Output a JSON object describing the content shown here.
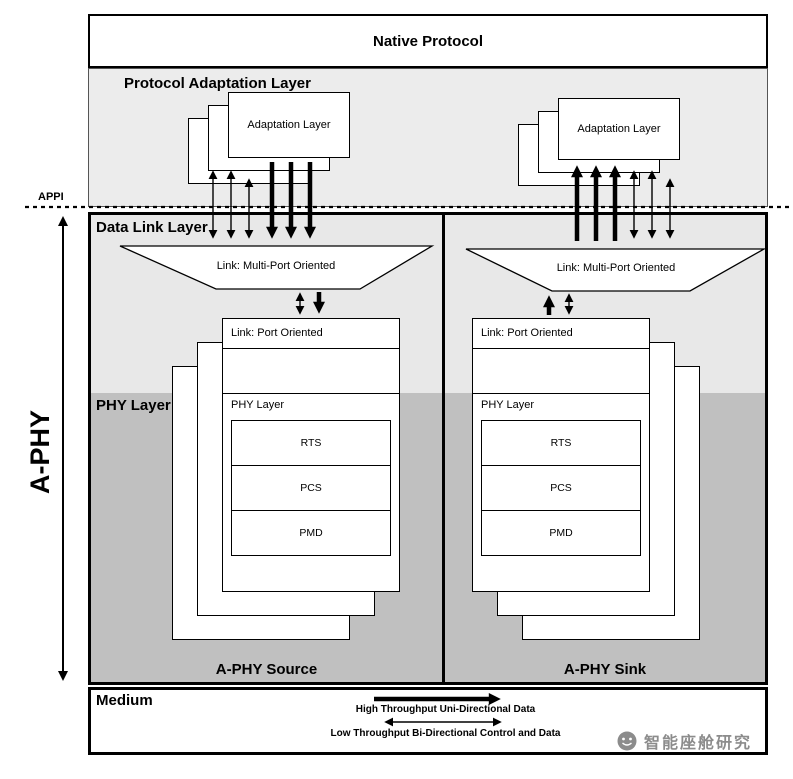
{
  "native_protocol": {
    "label": "Native Protocol"
  },
  "adaptation": {
    "region_label": "Protocol Adaptation Layer",
    "left_stack_label": "Adaptation Layer",
    "right_stack_label": "Adaptation Layer"
  },
  "appi_label": "APPI",
  "aphy_label": "A-PHY",
  "data_link": {
    "region_label": "Data Link Layer",
    "left_trapezoid_label": "Link: Multi-Port Oriented",
    "right_trapezoid_label": "Link: Multi-Port Oriented"
  },
  "phy": {
    "region_label": "PHY Layer",
    "stack": {
      "port_label": "Link: Port Oriented",
      "layer_label": "PHY Layer",
      "sublayers": [
        "RTS",
        "PCS",
        "PMD"
      ]
    },
    "left_footer": "A-PHY Source",
    "right_footer": "A-PHY Sink"
  },
  "medium": {
    "label": "Medium",
    "high_throughput_label": "High Throughput Uni-Directional Data",
    "low_throughput_label": "Low Throughput Bi-Directional Control and Data"
  },
  "watermark": {
    "text": "智能座舱研究"
  },
  "colors": {
    "adaptation_bg": "#ececec",
    "data_link_bg": "#e8e8e8",
    "phy_bg": "#c0c0c0",
    "border": "#000000",
    "watermark": "#8c8c8c"
  }
}
